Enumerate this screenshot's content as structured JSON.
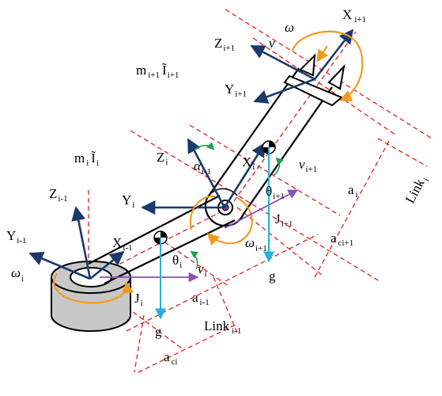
{
  "colors": {
    "link_outline": "#000000",
    "frame_axes": "#1a3a6e",
    "dashed_guides": "#e02020",
    "rotation_arcs": "#f39a1e",
    "gravity_vectors": "#29aee0",
    "velocity_vectors": "#8a4fb8",
    "joint_angle_arcs": "#1aa34a",
    "base_fill": "#c8c8c8"
  },
  "labels": {
    "x_ip1": {
      "main": "X",
      "sub": "i+1"
    },
    "z_ip1": {
      "main": "Z",
      "sub": "i+1"
    },
    "y_ip1": {
      "main": "Y",
      "sub": "i+1"
    },
    "v_top": {
      "main": "v"
    },
    "omega_top": {
      "main": "ω"
    },
    "inertia_ip1": {
      "m": "m",
      "m_sub": "i+1",
      "I": "Ĩ",
      "I_sub": "i+1"
    },
    "inertia_i": {
      "m": "m",
      "m_sub": "i",
      "I": "Ĩ",
      "I_sub": "i"
    },
    "z_i": {
      "main": "Z",
      "sub": "i"
    },
    "alpha": {
      "main": "α",
      "sub": "i-1"
    },
    "x_i": {
      "main": "X",
      "sub": "i"
    },
    "nu_ip1": {
      "main": "ν",
      "sub": "i+1"
    },
    "theta_ip1": {
      "main": "θ",
      "sub": "i+1"
    },
    "a_i": {
      "main": "a",
      "sub": "i"
    },
    "link_i": {
      "main": "Link",
      "sub": "i"
    },
    "z_im1": {
      "main": "Z",
      "sub": "i-1"
    },
    "y_i": {
      "main": "Y",
      "sub": "i"
    },
    "j_ip1": {
      "main": "J",
      "sub": "i+1"
    },
    "a_cip1": {
      "main": "a",
      "sub": "ci+1"
    },
    "y_im1": {
      "main": "Y",
      "sub": "i-1"
    },
    "x_im1": {
      "main": "X",
      "sub": "i-1"
    },
    "omega_ip1": {
      "main": "ω",
      "sub": "i+1"
    },
    "g_right": {
      "main": "g"
    },
    "omega_i": {
      "main": "ω",
      "sub": "i"
    },
    "theta_i": {
      "main": "θ",
      "sub": "i"
    },
    "nu_i": {
      "main": "ν",
      "sub": "i"
    },
    "j_i": {
      "main": "J",
      "sub": "i"
    },
    "a_im1": {
      "main": "a",
      "sub": "i-1"
    },
    "link_im1": {
      "main": "Link",
      "sub": "i-1"
    },
    "g_left": {
      "main": "g"
    },
    "a_ci": {
      "main": "a",
      "sub": "ci"
    }
  }
}
